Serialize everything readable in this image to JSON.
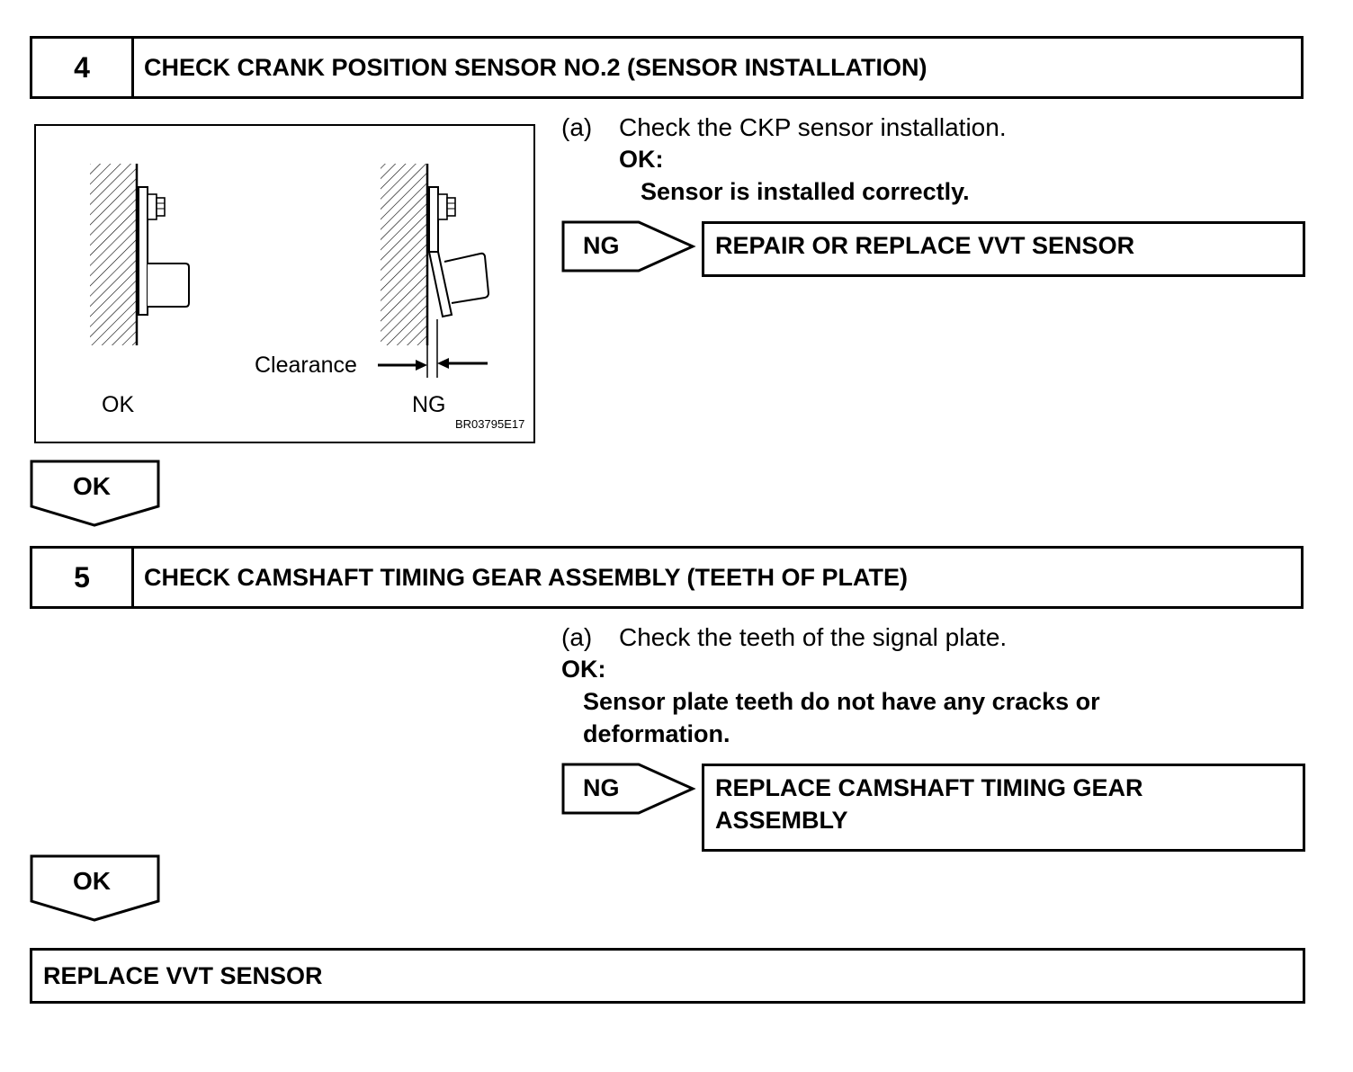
{
  "step4": {
    "number": "4",
    "title": "CHECK CRANK POSITION SENSOR NO.2 (SENSOR INSTALLATION)",
    "item_marker": "(a)",
    "item_text": "Check the CKP sensor installation.",
    "ok_heading": "OK:",
    "ok_criteria": "Sensor is installed correctly.",
    "ng_label": "NG",
    "ng_action": "REPAIR OR REPLACE VVT SENSOR",
    "figure": {
      "label_clearance": "Clearance",
      "label_ok": "OK",
      "label_ng": "NG",
      "figure_code": "BR03795E17"
    },
    "ok_arrow_label": "OK"
  },
  "step5": {
    "number": "5",
    "title": "CHECK CAMSHAFT TIMING GEAR ASSEMBLY (TEETH OF PLATE)",
    "item_marker": "(a)",
    "item_text": "Check the teeth of the signal plate.",
    "ok_heading": "OK:",
    "ok_criteria_line1": "Sensor plate teeth do not have any cracks or",
    "ok_criteria_line2": "deformation.",
    "ng_label": "NG",
    "ng_action_line1": "REPLACE CAMSHAFT TIMING GEAR",
    "ng_action_line2": "ASSEMBLY",
    "ok_arrow_label": "OK"
  },
  "final_action": "REPLACE VVT SENSOR"
}
